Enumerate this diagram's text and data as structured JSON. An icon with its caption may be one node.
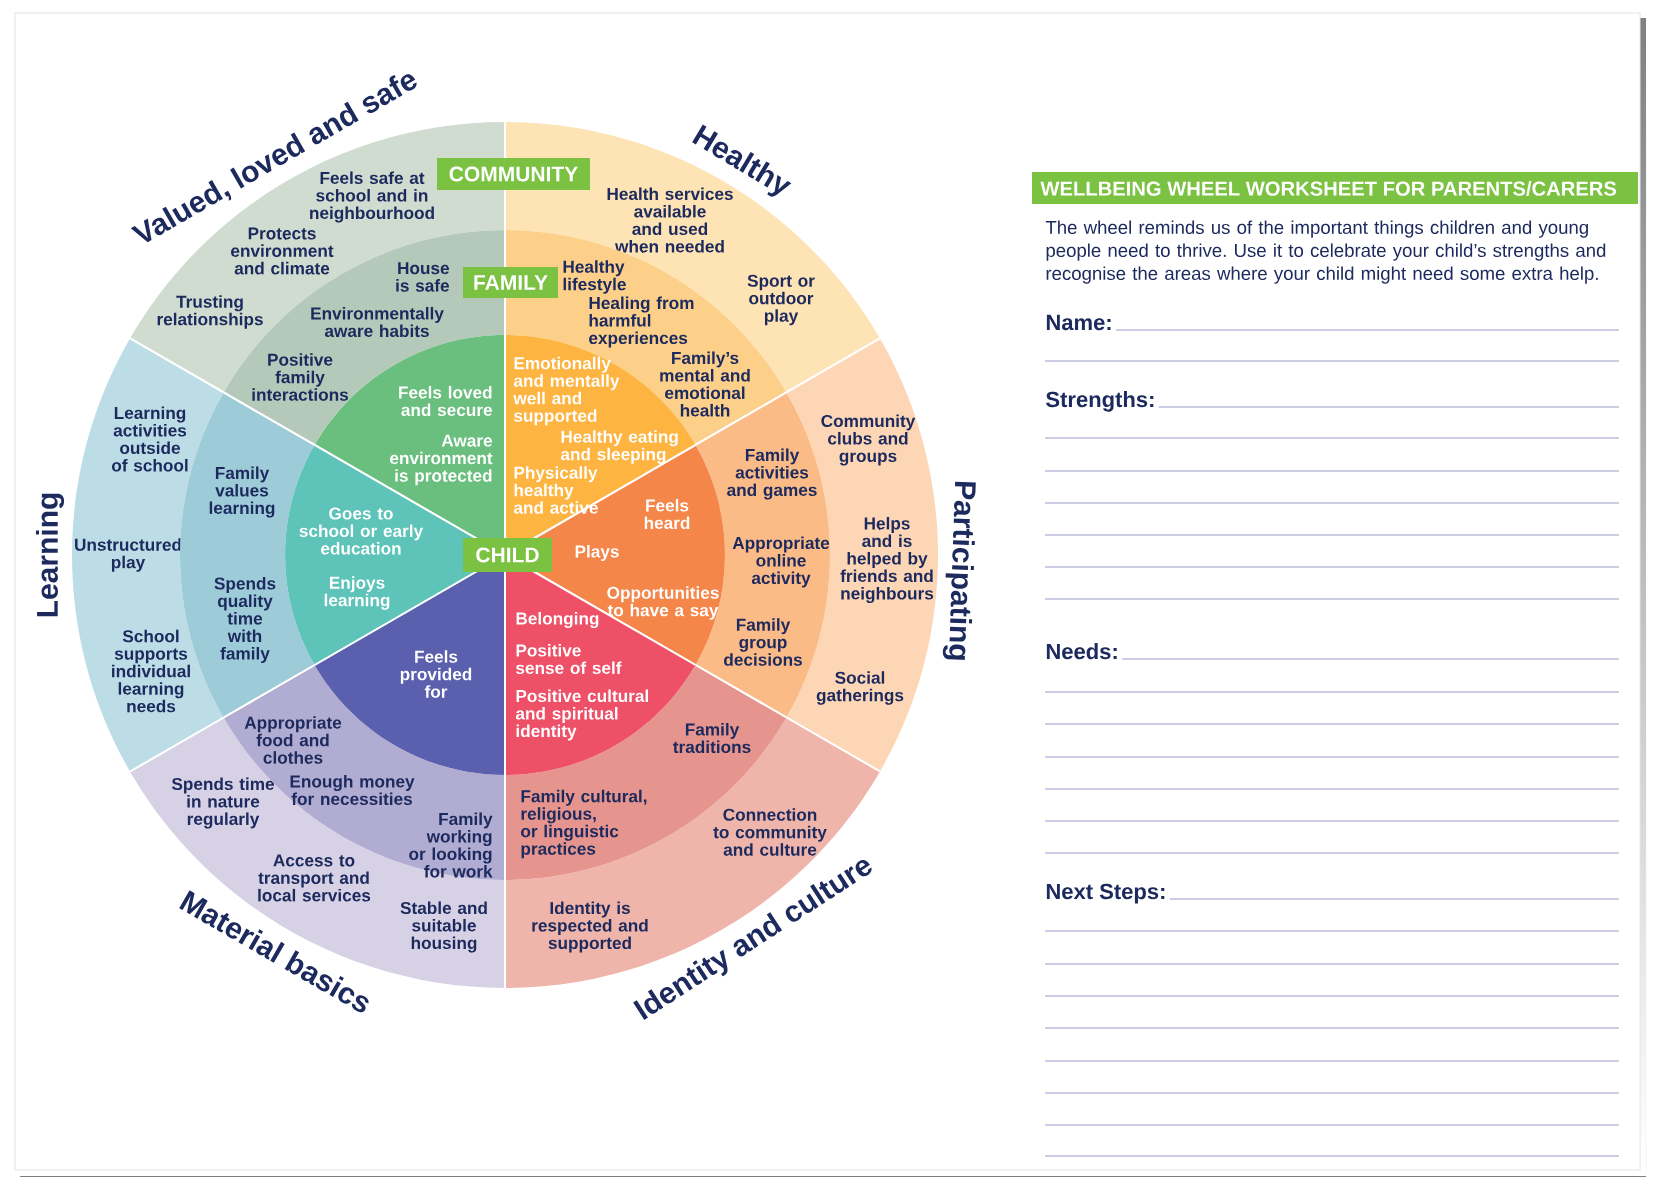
{
  "diagram": {
    "title": "WELLBEING WHEEL WORKSHEET FOR PARENTS/CARERS",
    "nodes": [
      {
        "text": [
          "COMMUNITY"
        ]
      },
      {
        "text": [
          "FAMILY"
        ]
      },
      {
        "text": [
          "CHILD"
        ]
      },
      {
        "text": [
          "Valued, loved and safe",
          "Feels safe at school and in neighbourhood",
          "Protects environment and climate",
          "Trusting relationships"
        ]
      },
      {
        "text": [
          "House is safe",
          "Environmentally aware habits",
          "Positive family interactions"
        ]
      },
      {
        "text": [
          "Feels loved and secure",
          "Aware environment is protected"
        ]
      },
      {
        "text": [
          "Healthy",
          "Health services available and used when needed",
          "Sport or outdoor play"
        ]
      },
      {
        "text": [
          "Healthy lifestyle",
          "Healing from harmful experiences",
          "Family’s mental and emotional health"
        ]
      },
      {
        "text": [
          "Emotionally and mentally well and supported",
          "Healthy eating and sleeping",
          "Physically healthy and active"
        ]
      },
      {
        "text": [
          "Participating",
          "Community clubs and groups",
          "Helps and is helped by friends and neighbours",
          "Social gatherings"
        ]
      },
      {
        "text": [
          "Family activities and games",
          "Appropriate online activity",
          "Family group decisions"
        ]
      },
      {
        "text": [
          "Feels heard",
          "Plays",
          "Opportunities to have a say"
        ]
      },
      {
        "text": [
          "Identity and culture",
          "Connection to community and culture",
          "Identity is respected and supported"
        ]
      },
      {
        "text": [
          "Family traditions",
          "Family cultural, religious, or linguistic practices"
        ]
      },
      {
        "text": [
          "Belonging",
          "Positive sense of self",
          "Positive cultural and spiritual identity"
        ]
      },
      {
        "text": [
          "Material basics",
          "Spends time in nature regularly",
          "Access to transport and local services",
          "Stable and suitable housing"
        ]
      },
      {
        "text": [
          "Appropriate food and clothes",
          "Enough money for necessities",
          "Family working or looking for work"
        ]
      },
      {
        "text": [
          "Feels provided for"
        ]
      },
      {
        "text": [
          "Learning",
          "Learning activities outside of school",
          "Unstructured play",
          "School supports individual learning needs"
        ]
      },
      {
        "text": [
          "Family values learning",
          "Spends quality time with family"
        ]
      },
      {
        "text": [
          "Goes to school or early education",
          "Enjoys learning"
        ]
      }
    ],
    "labels": [
      "The wheel reminds us of the important things children and young people need to thrive. Use it to celebrate your child’s strengths and recognise the areas where your child might need some extra help.",
      "Name:",
      "Strengths:",
      "Needs:",
      "Next Steps:"
    ]
  }
}
